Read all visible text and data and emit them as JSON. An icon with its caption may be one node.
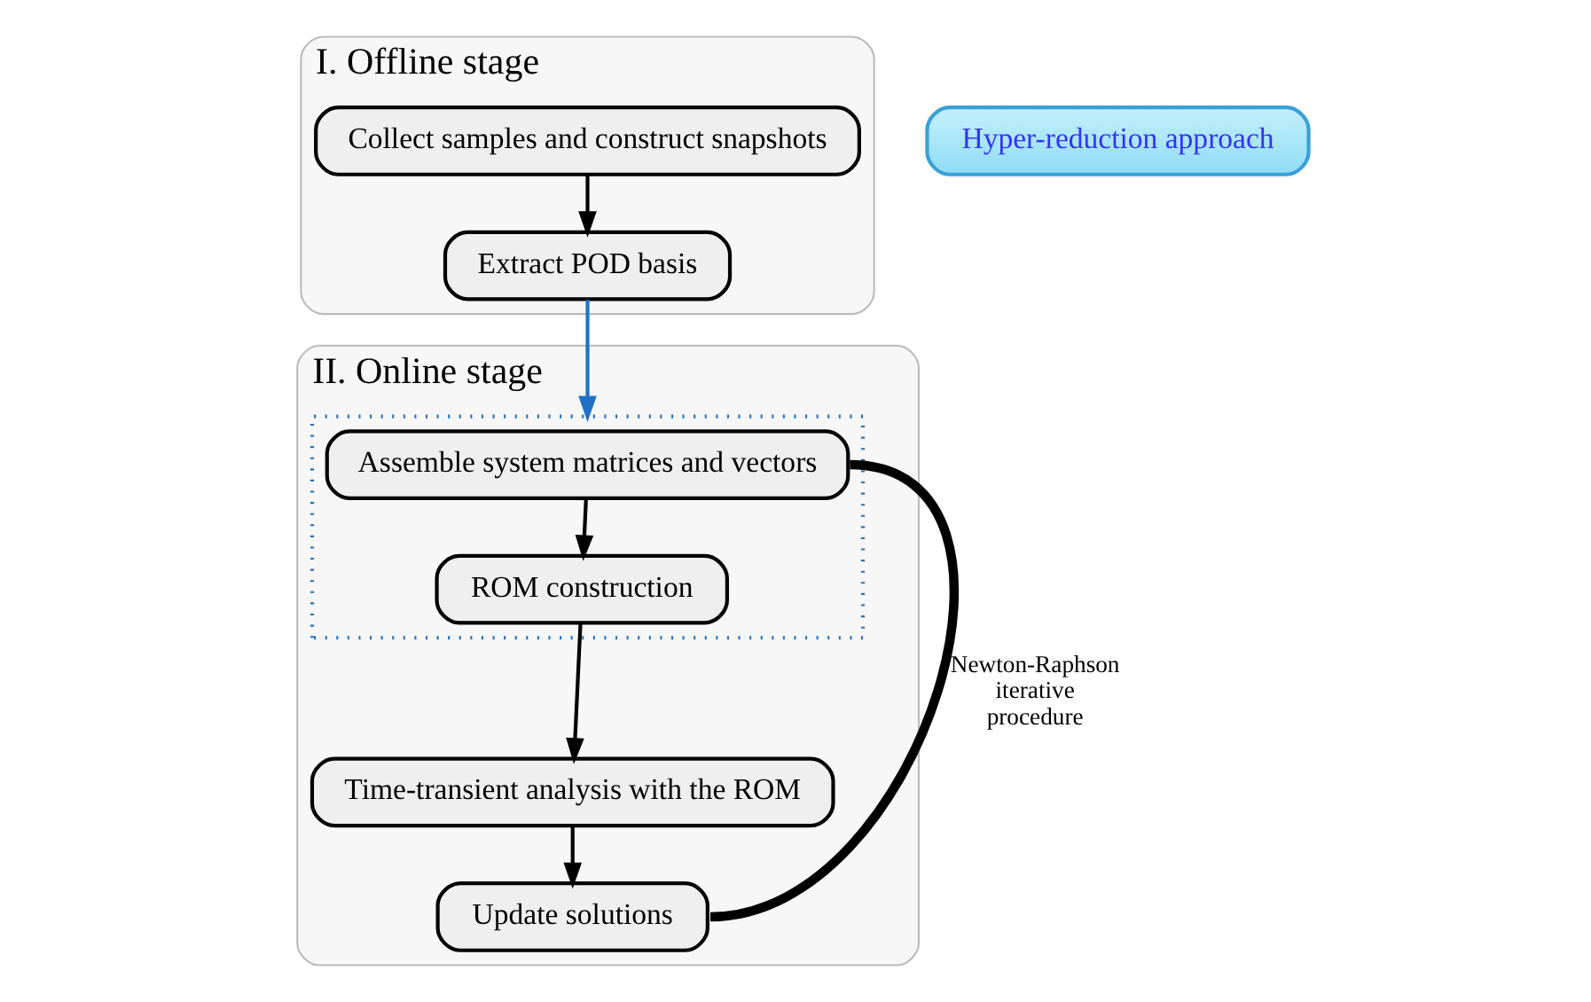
{
  "diagram": {
    "nodes": [
      {
        "text": [
          "I. Offline stage"
        ]
      },
      {
        "text": [
          "Collect samples and construct snapshots"
        ],
        "in": 0
      },
      {
        "text": [
          "Extract POD basis"
        ],
        "in": 0
      },
      {
        "text": [
          "Hyper-reduction approach"
        ]
      },
      {
        "text": [
          "II. Online stage"
        ]
      },
      {
        "text": [],
        "shape": "box",
        "in": 4
      },
      {
        "text": [
          "Assemble system matrices and vectors"
        ],
        "in": 5
      },
      {
        "text": [
          "ROM construction"
        ],
        "in": 5
      },
      {
        "text": [
          "Time-transient analysis with the ROM"
        ],
        "in": 4
      },
      {
        "text": [
          "Update solutions"
        ],
        "in": 4
      }
    ],
    "edges": [
      {
        "from": 1,
        "to": 2,
        "arrow": "to"
      },
      {
        "from": 2,
        "to": 5,
        "arrow": "to",
        "color": "#1f72c4"
      },
      {
        "from": 6,
        "to": 7,
        "arrow": "to"
      },
      {
        "from": 7,
        "to": 8,
        "arrow": "to"
      },
      {
        "from": 8,
        "to": 9,
        "arrow": "to"
      },
      {
        "from": 9,
        "to": 6,
        "arrow": "none",
        "style": "thick",
        "label": "Newton-Raphson iterative procedure"
      }
    ]
  }
}
